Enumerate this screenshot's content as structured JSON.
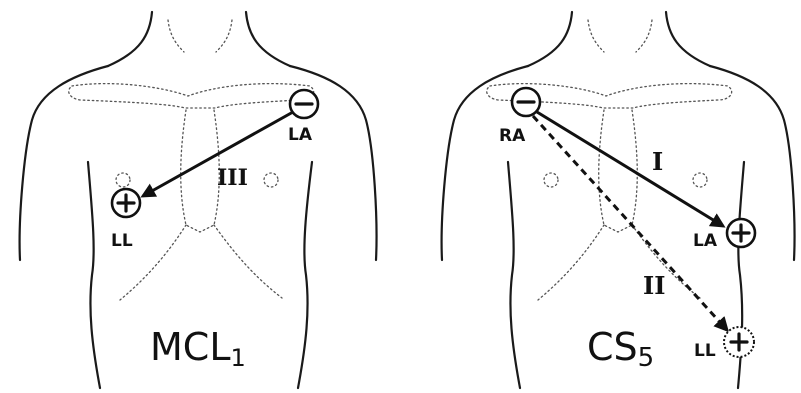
{
  "panels": [
    {
      "title_main": "MCL",
      "title_sub": "1",
      "electrode_labels": {
        "negative": "LA",
        "positive": "LL"
      },
      "lead_labels": [
        "III"
      ]
    },
    {
      "title_main": "CS",
      "title_sub": "5",
      "electrode_labels": {
        "negative": "RA",
        "positive_1": "LA",
        "positive_2": "LL"
      },
      "lead_labels": [
        "I",
        "II"
      ]
    }
  ],
  "colors": {
    "ink": "#111111",
    "background": "#ffffff"
  }
}
